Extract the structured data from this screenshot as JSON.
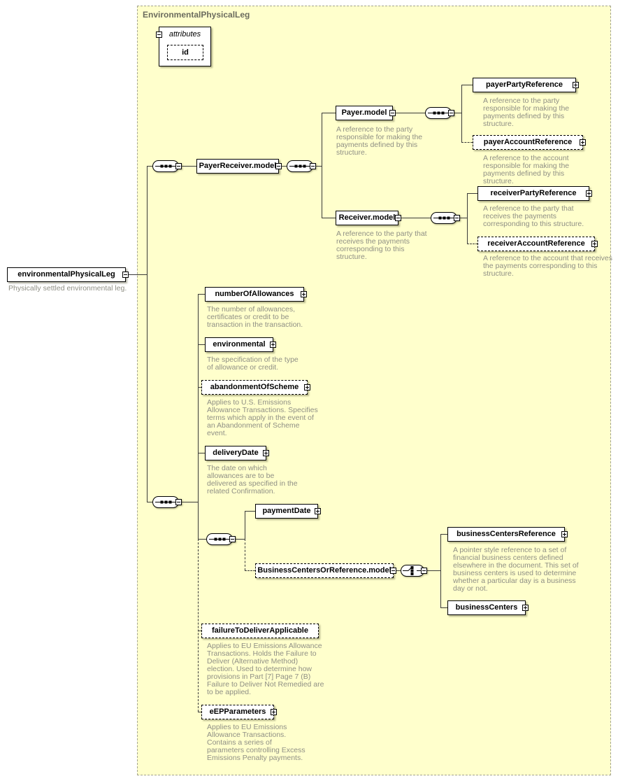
{
  "diagram": {
    "frame_title": "EnvironmentalPhysicalLeg",
    "attributes": {
      "header": "attributes",
      "id": "id"
    },
    "root": {
      "label": "environmentalPhysicalLeg",
      "desc": "Physically settled environmental leg."
    },
    "payerReceiverModel": {
      "label": "PayerReceiver.model"
    },
    "payerModel": {
      "label": "Payer.model",
      "desc": "A reference to the party responsible for making the payments defined by this structure."
    },
    "payerPartyReference": {
      "label": "payerPartyReference",
      "desc": "A reference to the party responsible for making the payments defined by this structure."
    },
    "payerAccountReference": {
      "label": "payerAccountReference",
      "desc": "A reference to the account responsible for making the payments defined by this structure."
    },
    "receiverModel": {
      "label": "Receiver.model",
      "desc": "A reference to the party that receives the payments corresponding to this structure."
    },
    "receiverPartyReference": {
      "label": "receiverPartyReference",
      "desc": "A reference to the party that receives the payments corresponding to this structure."
    },
    "receiverAccountReference": {
      "label": "receiverAccountReference",
      "desc": "A reference to the account that receives the payments corresponding to this structure."
    },
    "numberOfAllowances": {
      "label": "numberOfAllowances",
      "desc": "The number of allowances, certificates or credit to be transaction in the transaction."
    },
    "environmental": {
      "label": "environmental",
      "desc": "The specification of the type of allowance or credit."
    },
    "abandonmentOfScheme": {
      "label": "abandonmentOfScheme",
      "desc": "Applies to U.S. Emissions Allowance Transactions. Specifies terms which apply in the event of an Abandonment of Scheme event."
    },
    "deliveryDate": {
      "label": "deliveryDate",
      "desc": "The date on which allowances are to be delivered as specified in the related Confirmation."
    },
    "paymentDate": {
      "label": "paymentDate"
    },
    "businessCentersOrReferenceModel": {
      "label": "BusinessCentersOrReference.model"
    },
    "businessCentersReference": {
      "label": "businessCentersReference",
      "desc": "A pointer style reference to a set of financial business centers defined elsewhere in the document. This set of business centers is used to determine whether a particular day is a business day or not."
    },
    "businessCenters": {
      "label": "businessCenters"
    },
    "failureToDeliverApplicable": {
      "label": "failureToDeliverApplicable",
      "desc": "Applies to EU Emissions Allowance Transactions. Holds the Failure to Deliver (Alternative Method) election. Used to determine how provisions in Part [7] Page 7 (B) Failure to Deliver Not Remedied are to be applied."
    },
    "eEPParameters": {
      "label": "eEPParameters",
      "desc": "Applies to EU Emissions Allowance Transactions. Contains a series of parameters controlling Excess Emissions Penalty payments."
    }
  }
}
